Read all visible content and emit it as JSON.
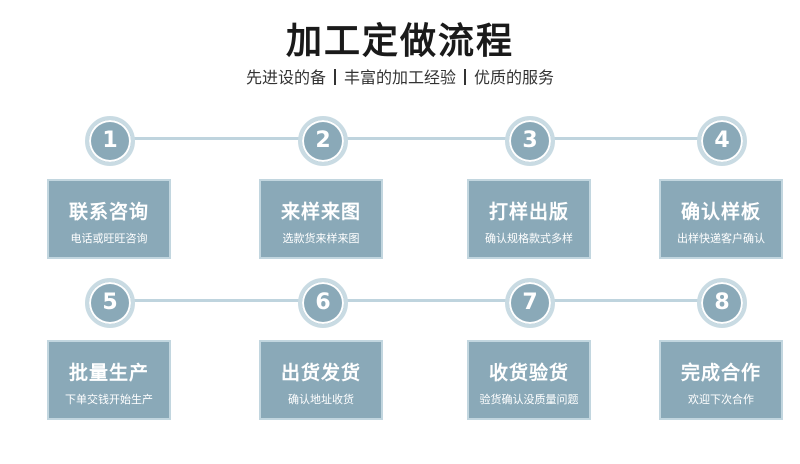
{
  "header": {
    "title": "加工定做流程",
    "subtitle_parts": [
      "先进设的备",
      "丰富的加工经验",
      "优质的服务"
    ]
  },
  "steps": [
    {
      "num": "1",
      "title": "联系咨询",
      "sub": "电话或旺旺咨询"
    },
    {
      "num": "2",
      "title": "来样来图",
      "sub": "选款货来样来图"
    },
    {
      "num": "3",
      "title": "打样出版",
      "sub": "确认规格款式多样"
    },
    {
      "num": "4",
      "title": "确认样板",
      "sub": "出样快递客户确认"
    },
    {
      "num": "5",
      "title": "批量生产",
      "sub": "下单交钱开始生产"
    },
    {
      "num": "6",
      "title": "出货发货",
      "sub": "确认地址收货"
    },
    {
      "num": "7",
      "title": "收货验货",
      "sub": "验货确认没质量问题"
    },
    {
      "num": "8",
      "title": "完成合作",
      "sub": "欢迎下次合作"
    }
  ],
  "colors": {
    "card_bg": "#8aa9b8",
    "connector": "#bfd4de",
    "title": "#1a1a1a"
  }
}
